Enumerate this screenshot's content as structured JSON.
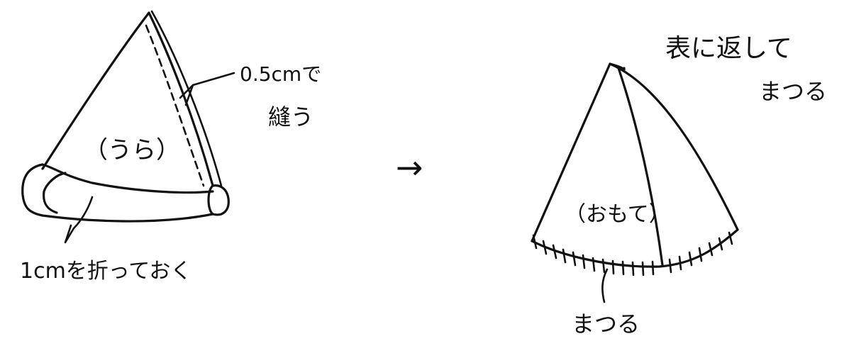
{
  "left_figure": {
    "inside_label": "（うら）",
    "seam_note_line1": "0.5cmで",
    "seam_note_line2": "縫う",
    "fold_note": "1cmを折っておく"
  },
  "arrow": "→",
  "right_figure": {
    "outside_label": "（おもて）",
    "turn_note_line1": "表に返して",
    "turn_note_line2": "まつる",
    "hem_note": "まつる"
  }
}
